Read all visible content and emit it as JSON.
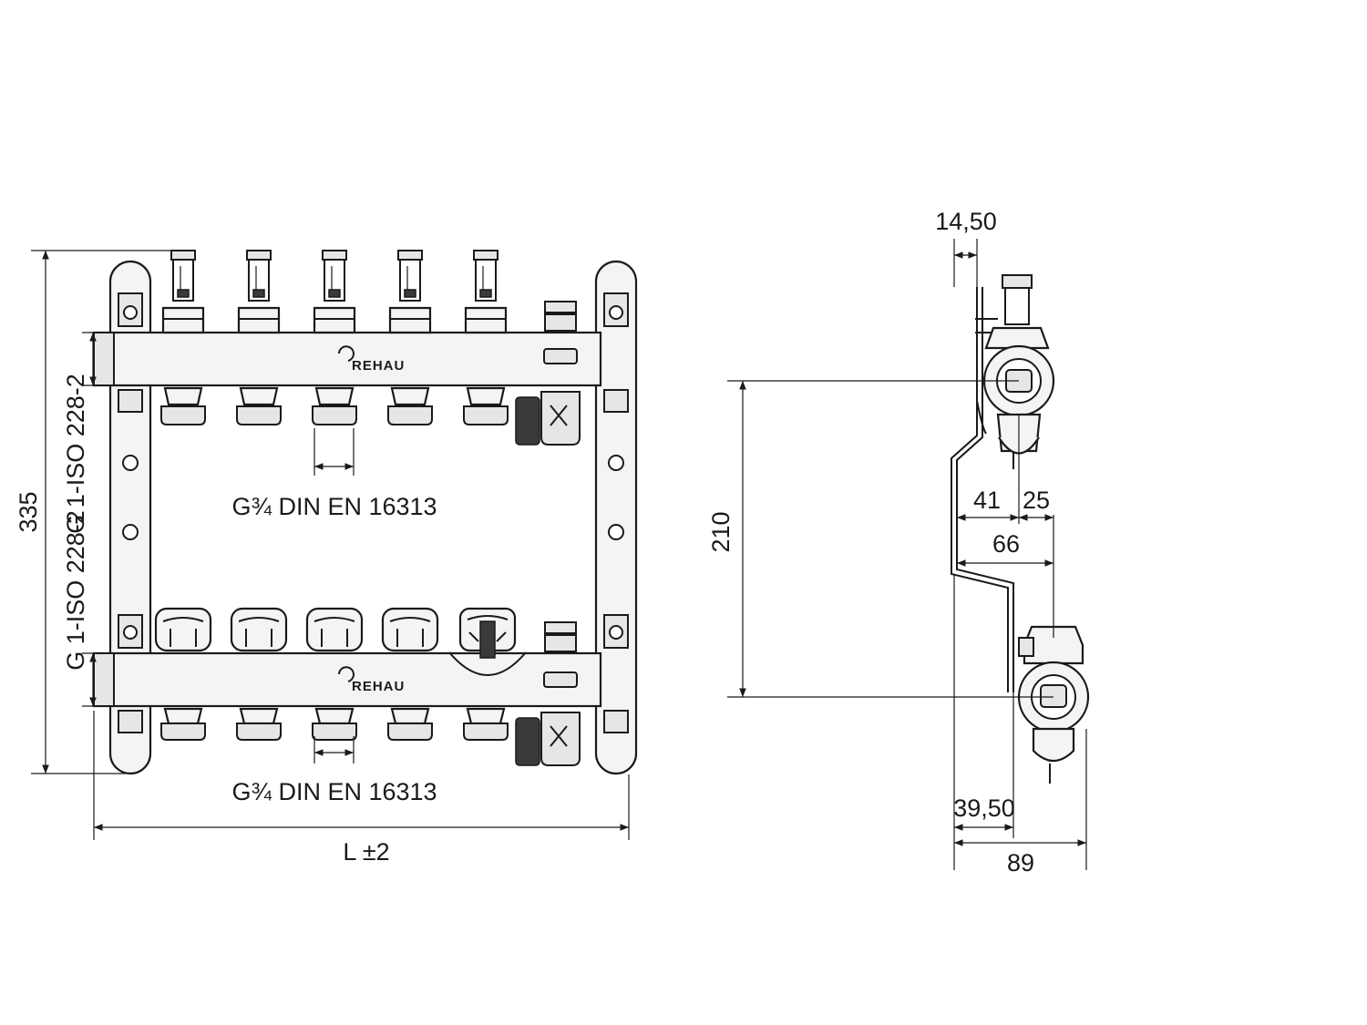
{
  "front_view": {
    "dim_height": "335",
    "dim_length": "L ±2",
    "connection_supply": "G 1-ISO 228-2",
    "connection_return": "G 1-ISO 228-2",
    "outlet_thread_top": "G¾ DIN EN 16313",
    "outlet_thread_bottom": "G¾ DIN EN 16313",
    "brand_top": "REHAU",
    "brand_bottom": "REHAU"
  },
  "side_view": {
    "dim_offset_top": "14,50",
    "dim_axis_spacing": "210",
    "dim_a": "41",
    "dim_b": "25",
    "dim_c": "66",
    "dim_bottom_offset": "39,50",
    "dim_depth": "89"
  }
}
